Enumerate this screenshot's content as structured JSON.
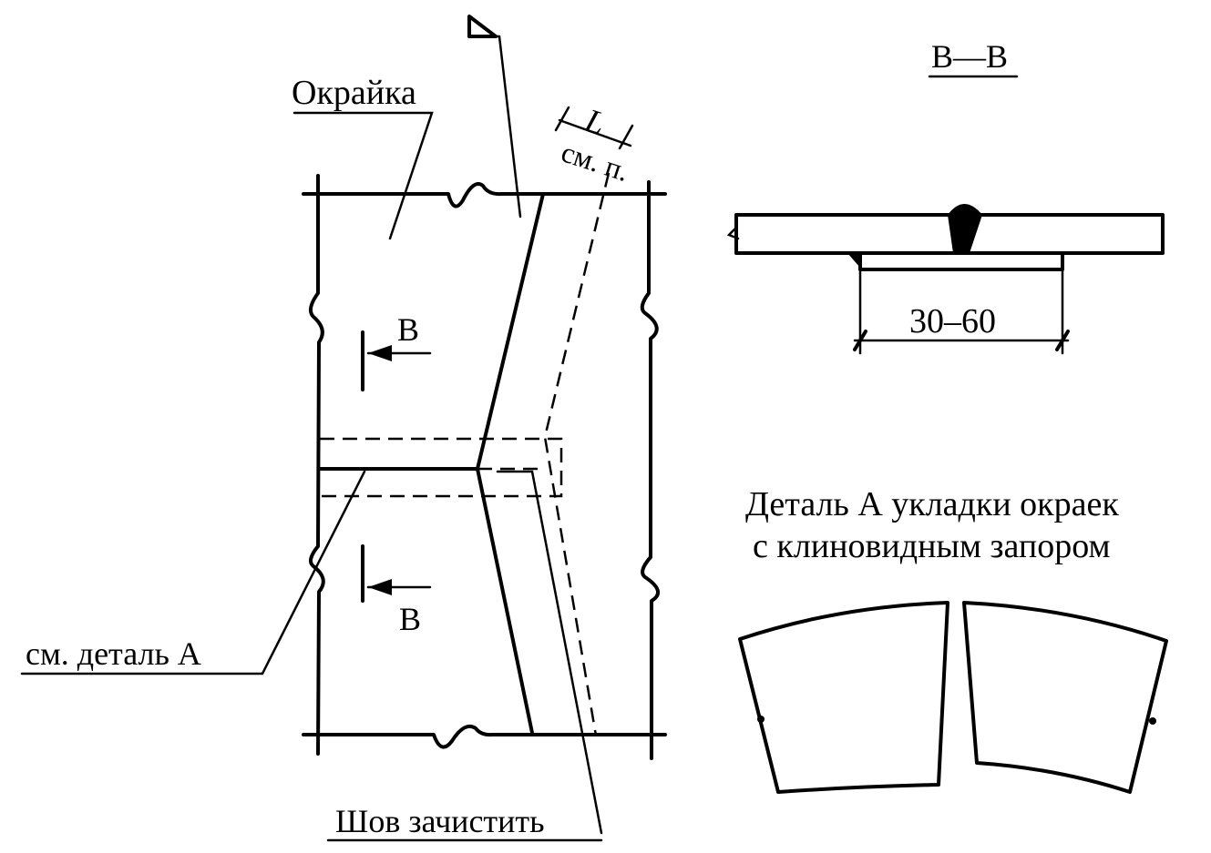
{
  "labels": {
    "okraika": "Окрайка",
    "dim_L": "L",
    "see_clause": "см. п.",
    "section_mark_top": "В",
    "section_mark_bottom": "В",
    "see_detail": "см. деталь А",
    "seam_clean": "Шов зачистить",
    "section_title": "В—В",
    "dim_overlap": "30–60",
    "detail_title_line1": "Деталь А укладки окраек",
    "detail_title_line2": "с клиновидным запором"
  },
  "colors": {
    "line": "#000000",
    "background": "#ffffff",
    "weld_fill": "#000000"
  }
}
